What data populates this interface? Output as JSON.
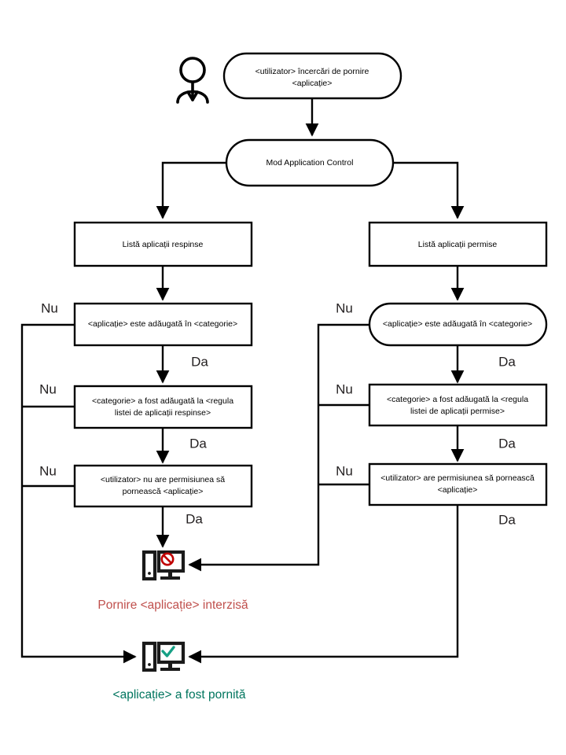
{
  "diagram": {
    "title": "Application Control mode decision flow",
    "colors": {
      "stroke": "#000000",
      "denied_text": "#c0504d",
      "allowed_text": "#00755e",
      "deny_badge": "#c00000",
      "allow_check": "#16a085",
      "background": "#ffffff"
    },
    "actor": {
      "name": "user-actor-icon"
    },
    "start": {
      "shape": "rounded",
      "line1": "<utilizator> încercări de pornire",
      "line2": "<aplicație>"
    },
    "mode": {
      "shape": "rounded",
      "label": "Mod Application Control"
    },
    "branches": {
      "left": {
        "list_node": {
          "shape": "rect",
          "label": "Listă aplicații respinse"
        },
        "steps": [
          {
            "shape": "rect",
            "line1": "<aplicație> este adăugată în <categorie>",
            "line2": "",
            "no_label": "Nu",
            "yes_label": "Da"
          },
          {
            "shape": "rect",
            "line1": "<categorie> a fost adăugată la <regula",
            "line2": "listei de aplicații respinse>",
            "no_label": "Nu",
            "yes_label": "Da"
          },
          {
            "shape": "rect",
            "line1": "<utilizator> nu are permisiunea să",
            "line2": "pornească <aplicație>",
            "no_label": "Nu",
            "yes_label": "Da"
          }
        ]
      },
      "right": {
        "list_node": {
          "shape": "rect",
          "label": "Listă aplicații permise"
        },
        "steps": [
          {
            "shape": "rounded",
            "line1": "<aplicație> este adăugată în <categorie>",
            "line2": "",
            "no_label": "Nu",
            "yes_label": "Da"
          },
          {
            "shape": "rect",
            "line1": "<categorie> a fost adăugată la <regula",
            "line2": "listei de aplicații permise>",
            "no_label": "Nu",
            "yes_label": "Da"
          },
          {
            "shape": "rect",
            "line1": "<utilizator> are permisiunea să pornească",
            "line2": "<aplicație>",
            "no_label": "Nu",
            "yes_label": "Da"
          }
        ]
      }
    },
    "outcomes": {
      "denied": {
        "icon": "computer-blocked-icon",
        "label": "Pornire <aplicație> interzisă"
      },
      "allowed": {
        "icon": "computer-allowed-icon",
        "label": "<aplicație> a fost pornită"
      }
    }
  }
}
